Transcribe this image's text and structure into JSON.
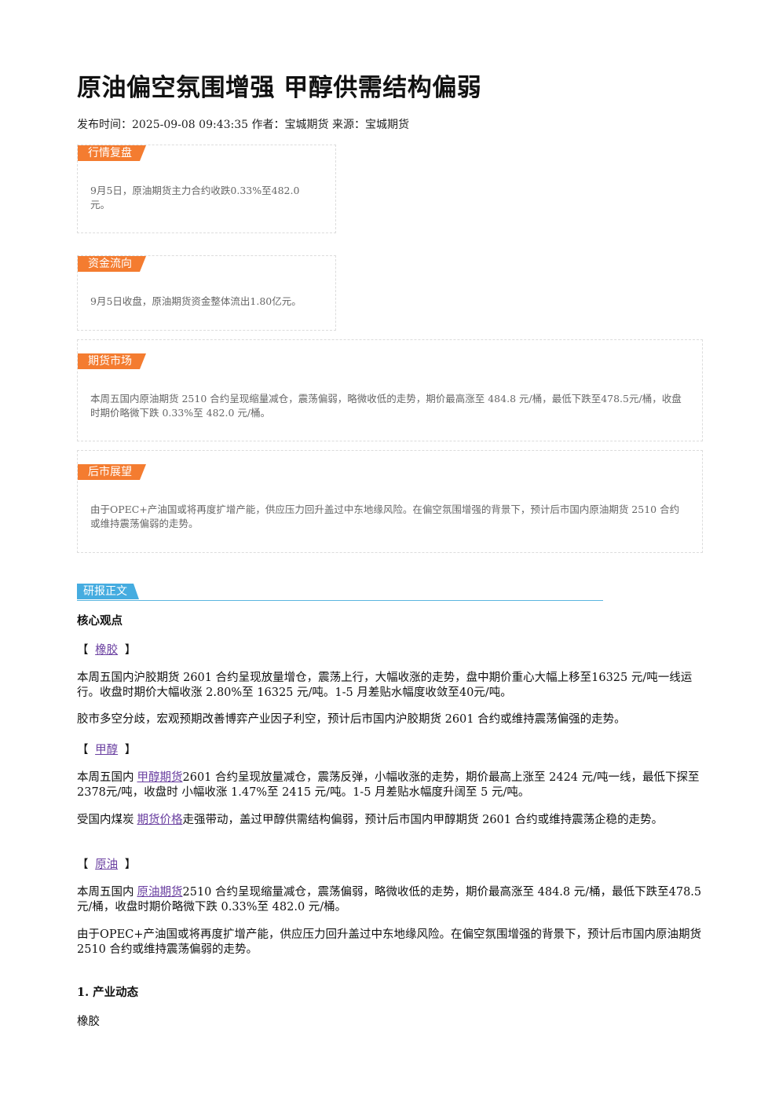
{
  "title": "原油偏空氛围增强 甲醇供需结构偏弱",
  "meta": "发布时间：2025-09-08 09:43:35 作者：宝城期货 来源：宝城期货",
  "cards": [
    {
      "tag": "行情复盘",
      "text": "9月5日，原油期货主力合约收跌0.33%至482.0元。"
    },
    {
      "tag": "资金流向",
      "text": "9月5日收盘，原油期货资金整体流出1.80亿元。"
    },
    {
      "tag": "期货市场",
      "text": "本周五国内原油期货 2510 合约呈现缩量减仓，震荡偏弱，略微收低的走势，期价最高涨至 484.8 元/桶，最低下跌至478.5元/桶，收盘时期价略微下跌 0.33%至 482.0 元/桶。"
    },
    {
      "tag": "后市展望",
      "text": "由于OPEC+产油国或将再度扩增产能，供应压力回升盖过中东地缘风险。在偏空氛围增强的背景下，预计后市国内原油期货 2510 合约或维持震荡偏弱的走势。"
    }
  ],
  "report": {
    "tag": "研报正文",
    "core": "核心观点",
    "rubber": {
      "open": "【",
      "label": "橡胶",
      "close": "】",
      "p1": "本周五国内沪胶期货 2601 合约呈现放量增仓，震荡上行，大幅收涨的走势，盘中期价重心大幅上移至16325 元/吨一线运行。收盘时期价大幅收涨 2.80%至 16325 元/吨。1-5 月差贴水幅度收敛至40元/吨。",
      "p2": "胶市多空分歧，宏观预期改善博弈产业因子利空，预计后市国内沪胶期货 2601 合约或维持震荡偏强的走势。"
    },
    "methanol": {
      "open": "【",
      "label": "甲醇",
      "close": "】",
      "p1_pre": "本周五国内",
      "p1_link": "甲醇期货",
      "p1_post": "2601 合约呈现放量减仓，震荡反弹，小幅收涨的走势，期价最高上涨至 2424 元/吨一线，最低下探至2378元/吨，收盘时 小幅收涨 1.47%至 2415 元/吨。1-5 月差贴水幅度升阔至 5 元/吨。",
      "p2_pre": "受国内煤炭",
      "p2_link": "期货价格",
      "p2_post": "走强带动，盖过甲醇供需结构偏弱，预计后市国内甲醇期货 2601 合约或维持震荡企稳的走势。"
    },
    "crude": {
      "open": "【",
      "label": "原油",
      "close": "】",
      "p1_pre": "本周五国内",
      "p1_link": "原油期货",
      "p1_post": "2510 合约呈现缩量减仓，震荡偏弱，略微收低的走势，期价最高涨至 484.8 元/桶，最低下跌至478.5元/桶，收盘时期价略微下跌 0.33%至 482.0 元/桶。",
      "p2": "由于OPEC+产油国或将再度扩增产能，供应压力回升盖过中东地缘风险。在偏空氛围增强的背景下，预计后市国内原油期货 2510 合约或维持震荡偏弱的走势。"
    },
    "section1": "1. 产业动态",
    "section1_item": "橡胶"
  }
}
